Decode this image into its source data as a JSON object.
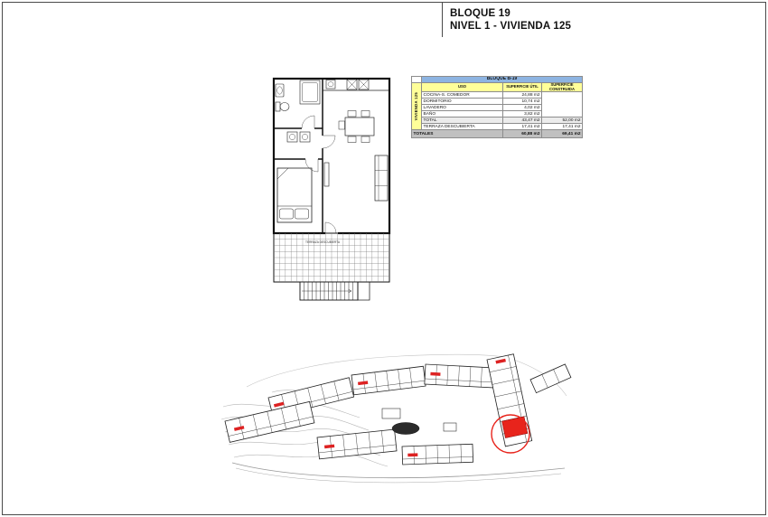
{
  "page": {
    "title_line1": "BLOQUE 19",
    "title_line2": "NIVEL 1 - VIVIENDA 125"
  },
  "table": {
    "block_header": "BLOQUE B-19",
    "unit_label": "VIVIENDA 125",
    "columns": {
      "uso": "USO",
      "util": "SUPERFICIE ÚTIL",
      "construida": "SUPERFICIE CONSTRUIDA"
    },
    "rows": [
      {
        "uso": "COCINA-S. COMEDOR",
        "util": "24,88 m2",
        "construida": ""
      },
      {
        "uso": "DORMITORIO",
        "util": "10,74 m2",
        "construida": ""
      },
      {
        "uso": "LAVADERO",
        "util": "4,02 m2",
        "construida": ""
      },
      {
        "uso": "BAÑO",
        "util": "3,82 m2",
        "construida": ""
      },
      {
        "uso": "TOTAL",
        "util": "43,47 m2",
        "construida": "52,00 m2"
      },
      {
        "uso": "TERRAZA DESCUBIERTA",
        "util": "17,41 m2",
        "construida": "17,41 m2"
      }
    ],
    "totals": {
      "uso": "TOTALES",
      "util": "60,88 m2",
      "construida": "69,41 m2"
    }
  },
  "floor_plan": {
    "terrace_label": "TERRAZA DESCUBIERTA"
  },
  "colors": {
    "table_header_blue": "#8db4e2",
    "table_subheader_yellow": "#ffff99",
    "totals_gray": "#c0c0c0",
    "total_row_gray": "#ececec",
    "highlight_red": "#e8241c"
  }
}
